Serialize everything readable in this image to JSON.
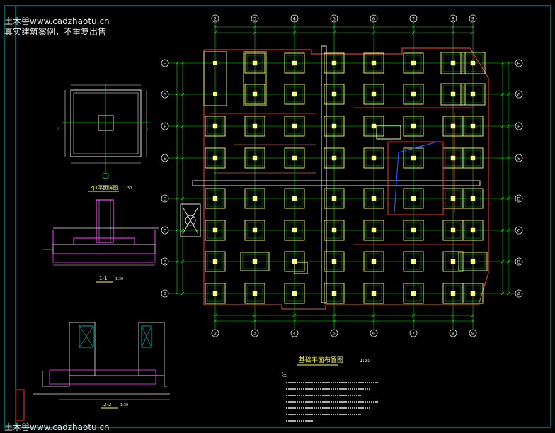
{
  "watermark": {
    "line1": "土木兽www.cadzhaotu.cn",
    "line2": "真实建筑案例，不重复出售",
    "bottom": "土木兽www.cadzhaotu.cn"
  },
  "plan": {
    "title": "基础平面布置图",
    "scale": "1:50",
    "col_axes": [
      "2",
      "3",
      "4",
      "5",
      "6",
      "7",
      "8",
      "9"
    ],
    "row_axes": [
      "H",
      "G",
      "F",
      "E",
      "D",
      "C",
      "B",
      "A"
    ],
    "notes_heading": "注"
  },
  "detail_pad": {
    "title": "ZJ1平面详图",
    "scale": "1:30"
  },
  "section_1": {
    "title": "1-1",
    "scale": "1:30"
  },
  "section_2": {
    "title": "2-2",
    "scale": "1:30"
  },
  "colors": {
    "frame": "#00c8c8",
    "grid": "#00e600",
    "pad": "#ffff66",
    "wall": "#ff4040",
    "column": "#ffffff",
    "axis_bubble": "#e8e8e8",
    "highlight": "#2850ff",
    "accent": "#ff40ff"
  }
}
